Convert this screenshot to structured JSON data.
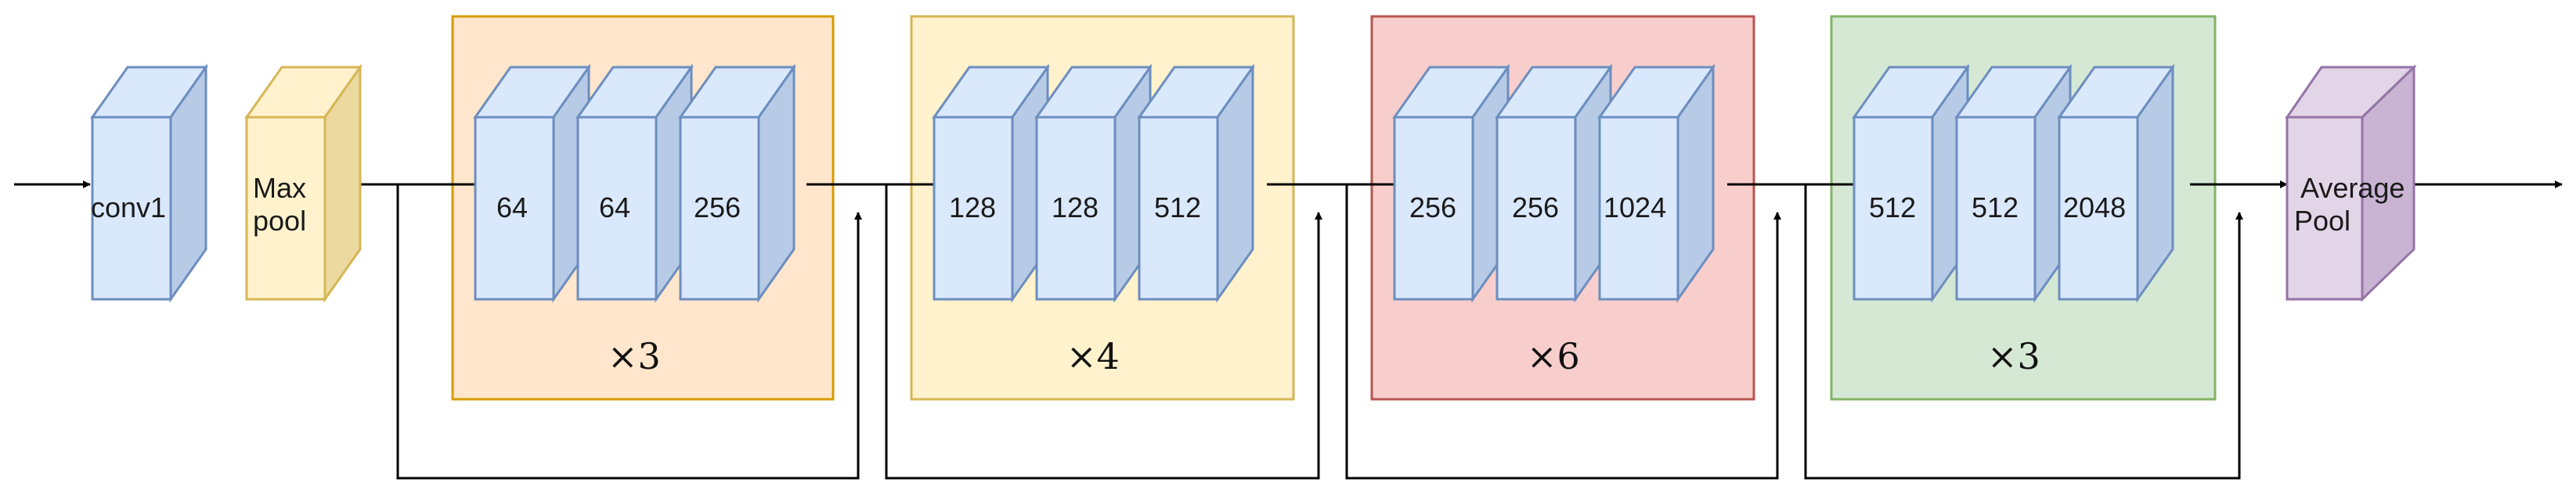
{
  "colors": {
    "block_fill": "#dae8fc",
    "block_side": "#b7cbe6",
    "block_stroke": "#6c8ebf",
    "maxpool_fill": "#fff2cc",
    "maxpool_side": "#ecd9a0",
    "maxpool_stroke": "#d6b656",
    "avgpool_fill": "#e1d5e7",
    "avgpool_side": "#c9b4d3",
    "avgpool_stroke": "#9673a6",
    "stage1_fill": "#ffe6cc",
    "stage1_stroke": "#d79b00",
    "stage2_fill": "#fff2cc",
    "stage2_stroke": "#d6b656",
    "stage3_fill": "#f8cecc",
    "stage3_stroke": "#b85450",
    "stage4_fill": "#d5e8d4",
    "stage4_stroke": "#82b366"
  },
  "conv1": {
    "label": "conv1"
  },
  "maxpool": {
    "line1": "Max",
    "line2": "pool"
  },
  "stages": [
    {
      "multiplier": "×3",
      "blocks": [
        "64",
        "64",
        "256"
      ]
    },
    {
      "multiplier": "×4",
      "blocks": [
        "128",
        "128",
        "512"
      ]
    },
    {
      "multiplier": "×6",
      "blocks": [
        "256",
        "256",
        "1024"
      ]
    },
    {
      "multiplier": "×3",
      "blocks": [
        "512",
        "512",
        "2048"
      ]
    }
  ],
  "avgpool": {
    "line1": "Average",
    "line2": "Pool"
  }
}
